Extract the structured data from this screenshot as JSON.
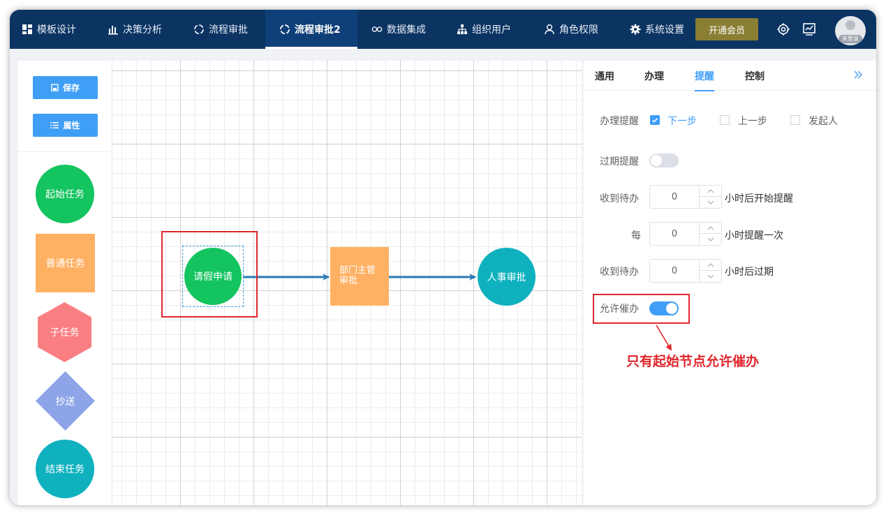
{
  "nav": {
    "items": [
      {
        "label": "模板设计",
        "icon": "dashboard-icon"
      },
      {
        "label": "决策分析",
        "icon": "bar-chart-icon"
      },
      {
        "label": "流程审批",
        "icon": "loop-icon"
      },
      {
        "label": "流程审批2",
        "icon": "loop-icon",
        "active": true
      },
      {
        "label": "数据集成",
        "icon": "link-icon"
      },
      {
        "label": "组织用户",
        "icon": "org-tree-icon"
      },
      {
        "label": "角色权限",
        "icon": "user-icon"
      },
      {
        "label": "系统设置",
        "icon": "gear-icon"
      }
    ],
    "vip_label": "开通会员",
    "avatar_label": "未登录"
  },
  "palette": {
    "save_label": "保存",
    "attr_label": "属性",
    "shapes": [
      "起始任务",
      "普通任务",
      "子任务",
      "抄送",
      "结束任务"
    ]
  },
  "canvas": {
    "nodes": [
      "请假申请",
      "部门主管审批",
      "人事审批"
    ]
  },
  "panel": {
    "tabs": [
      "通用",
      "办理",
      "提醒",
      "控制"
    ],
    "active_tab": "提醒",
    "handle_remind": {
      "label": "办理提醒",
      "options": [
        {
          "label": "下一步",
          "checked": true
        },
        {
          "label": "上一步",
          "checked": false
        },
        {
          "label": "发起人",
          "checked": false
        }
      ]
    },
    "expire_remind": {
      "label": "过期提醒",
      "enabled": false
    },
    "rows": [
      {
        "label": "收到待办",
        "value": "0",
        "unit": "小时后开始提醒"
      },
      {
        "label": "每",
        "value": "0",
        "unit": "小时提醒一次"
      },
      {
        "label": "收到待办",
        "value": "0",
        "unit": "小时后过期"
      }
    ],
    "allow_urge": {
      "label": "允许催办",
      "enabled": true
    }
  },
  "annotation": "只有起始节点允许催办",
  "colors": {
    "nav_bg": "#0b3463",
    "accent": "#3f9ef5",
    "start": "#14c45f",
    "task": "#ffb163",
    "subtask": "#fa7f83",
    "cc": "#8ea4e8",
    "end": "#0fb1bf",
    "annotation": "#e0262c",
    "vip": "#8a7e32"
  }
}
